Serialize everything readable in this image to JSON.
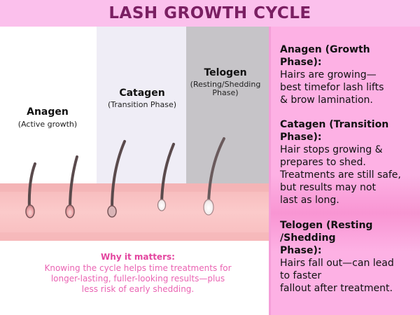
{
  "title": "LASH GROWTH CYCLE",
  "phases": [
    {
      "name": "Anagen",
      "sub": "(Active growth)"
    },
    {
      "name": "Catagen",
      "sub": "(Transition Phase)"
    },
    {
      "name": "Telogen",
      "sub_line1": "(Resting/Shedding",
      "sub_line2": "Phase)"
    }
  ],
  "info": {
    "anagen": {
      "heading_line1": "Anagen (Growth",
      "heading_line2": "Phase):",
      "body_lines": [
        "Hairs are growing—",
        "best timefor lash lifts",
        "& brow lamination."
      ]
    },
    "catagen": {
      "heading_line1": "Catagen (Transition",
      "heading_line2": "Phase):",
      "body_lines": [
        "Hair stops growing &",
        "prepares to shed.",
        "Treatments are still safe,",
        "but results may not",
        "last as long."
      ]
    },
    "telogen": {
      "heading_line1": "Telogen (Resting",
      "heading_line2": "/Shedding",
      "heading_line3": "Phase):",
      "body_lines": [
        "Hairs fall out—can lead",
        "to faster",
        "fallout after treatment."
      ]
    }
  },
  "why": {
    "title": "Why it matters:",
    "body_lines": [
      "Knowing the cycle helps time treatments for",
      "longer-lasting, fuller-looking results—plus",
      "less risk of early shedding."
    ]
  },
  "colors": {
    "title_bg": "#fbc0ec",
    "title_text": "#7a1f62",
    "panel_bg": "#fdb1e4",
    "skin": "#f9c4c4",
    "accent_pink": "#e3469f"
  }
}
